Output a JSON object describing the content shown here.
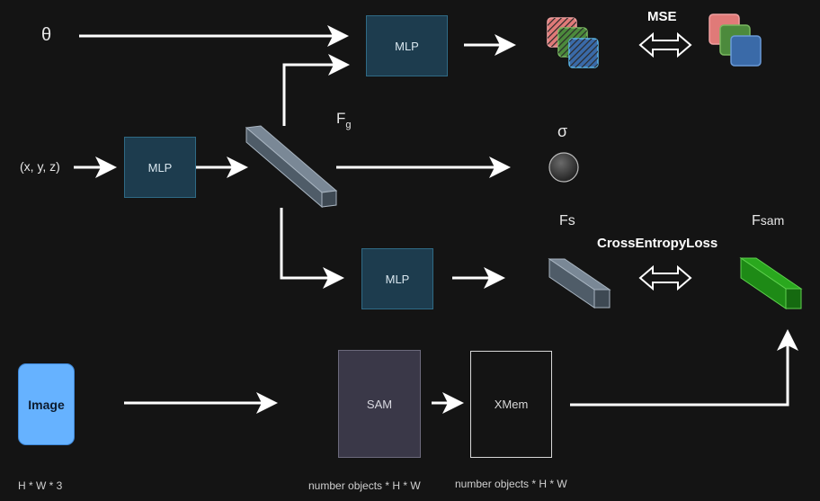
{
  "inputs": {
    "theta": "θ",
    "xyz": "(x, y, z)",
    "image": "Image",
    "image_shape": "H * W * 3"
  },
  "mlp": {
    "top": "MLP",
    "mid": "MLP",
    "bottom": "MLP"
  },
  "features": {
    "fg_main": "F",
    "fg_sub": "g",
    "sigma": "σ",
    "fs": "Fs",
    "fsam_main": "F",
    "fsam_sub": "sam"
  },
  "losses": {
    "mse": "MSE",
    "cross_entropy": "CrossEntropyLoss"
  },
  "segmentation": {
    "sam": "SAM",
    "xmem": "XMem",
    "sam_shape": "number objects * H * W",
    "xmem_shape": "number objects * H * W"
  },
  "colors": {
    "mlp_fill": "#1d3c4e",
    "feature_cube": "#5f7080",
    "fsam_cube": "#1e8a16",
    "image_fill": "#66b2ff",
    "rgb_red": "#e07a78",
    "rgb_green": "#4c8a3c",
    "rgb_blue": "#3a6aa8"
  },
  "icons": [
    "rgb-stack-hatched-icon",
    "rgb-stack-solid-icon",
    "density-sphere-icon",
    "feature-cuboid-icon"
  ]
}
